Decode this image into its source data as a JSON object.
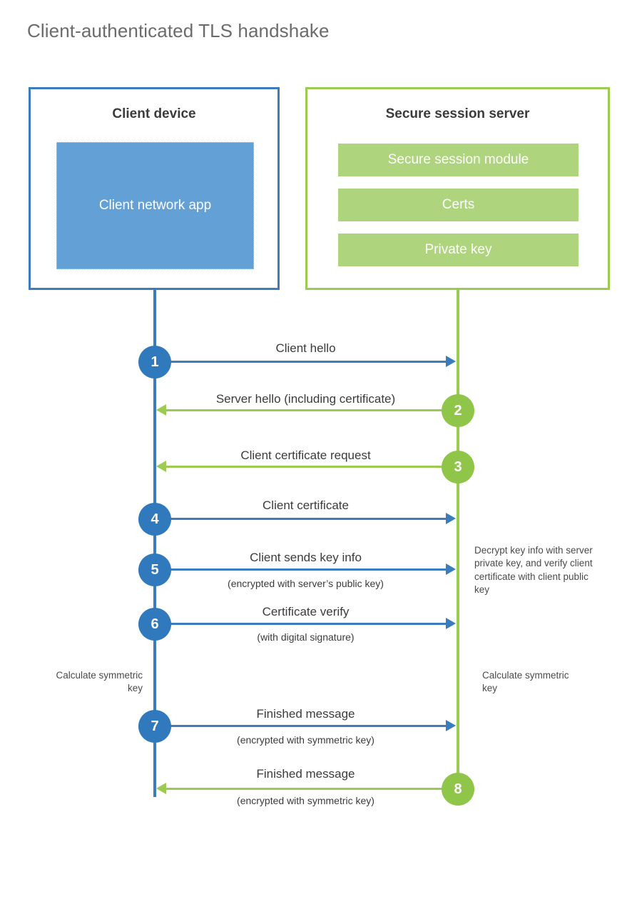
{
  "title": "Client-authenticated TLS handshake",
  "colors": {
    "client_blue": "#3a7cbe",
    "client_app_fill": "#63a0d5",
    "server_green": "#9ccb52",
    "server_bar_fill": "#aed57d",
    "step_blue": "#3079bd",
    "step_green": "#8fc549",
    "title_gray": "#6b6b6b",
    "text_dark": "#3b3b3b"
  },
  "participants": {
    "client": {
      "title": "Client device",
      "app_label": "Client network app"
    },
    "server": {
      "title": "Secure session server",
      "modules": [
        "Secure session module",
        "Certs",
        "Private key"
      ]
    }
  },
  "steps": [
    {
      "number": "1",
      "label": "Client hello",
      "sublabel": "",
      "direction": "client-to-server",
      "color": "blue"
    },
    {
      "number": "2",
      "label": "Server hello (including certificate)",
      "sublabel": "",
      "direction": "server-to-client",
      "color": "green"
    },
    {
      "number": "3",
      "label": "Client certificate request",
      "sublabel": "",
      "direction": "server-to-client",
      "color": "green"
    },
    {
      "number": "4",
      "label": "Client certificate",
      "sublabel": "",
      "direction": "client-to-server",
      "color": "blue"
    },
    {
      "number": "5",
      "label": "Client sends key info",
      "sublabel": "(encrypted with server’s public key)",
      "direction": "client-to-server",
      "color": "blue"
    },
    {
      "number": "6",
      "label": "Certificate verify",
      "sublabel": "(with digital signature)",
      "direction": "client-to-server",
      "color": "blue"
    },
    {
      "number": "7",
      "label": "Finished message",
      "sublabel": "(encrypted with symmetric key)",
      "direction": "client-to-server",
      "color": "blue"
    },
    {
      "number": "8",
      "label": "Finished message",
      "sublabel": "(encrypted with symmetric key)",
      "direction": "server-to-client",
      "color": "green"
    }
  ],
  "notes": {
    "server_decrypt": "Decrypt key info with server private key, and verify client certificate with client public key",
    "client_calculate": "Calculate symmetric key",
    "server_calculate": "Calculate symmetric key"
  }
}
